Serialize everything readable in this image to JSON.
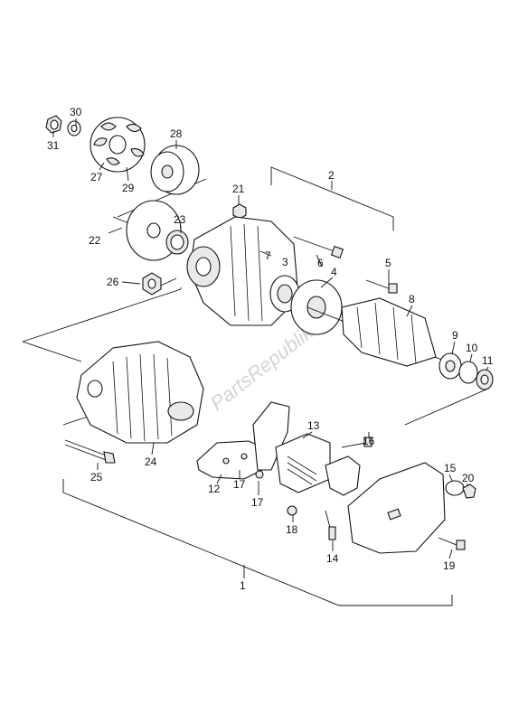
{
  "callouts": {
    "p1": "1",
    "p2": "2",
    "p3": "3",
    "p4": "4",
    "p5": "5",
    "p6": "6",
    "p7": "7",
    "p8": "8",
    "p9": "9",
    "p10": "10",
    "p11": "11",
    "p12": "12",
    "p13": "13",
    "p14": "14",
    "p15": "15",
    "p16": "16",
    "p17a": "17",
    "p17b": "17",
    "p18": "18",
    "p19": "19",
    "p20": "20",
    "p21": "21",
    "p22": "22",
    "p23": "23",
    "p24": "24",
    "p25": "25",
    "p26": "26",
    "p27": "27",
    "p28": "28",
    "p29": "29",
    "p30": "30",
    "p31": "31"
  },
  "watermark": "PartsRepublik"
}
